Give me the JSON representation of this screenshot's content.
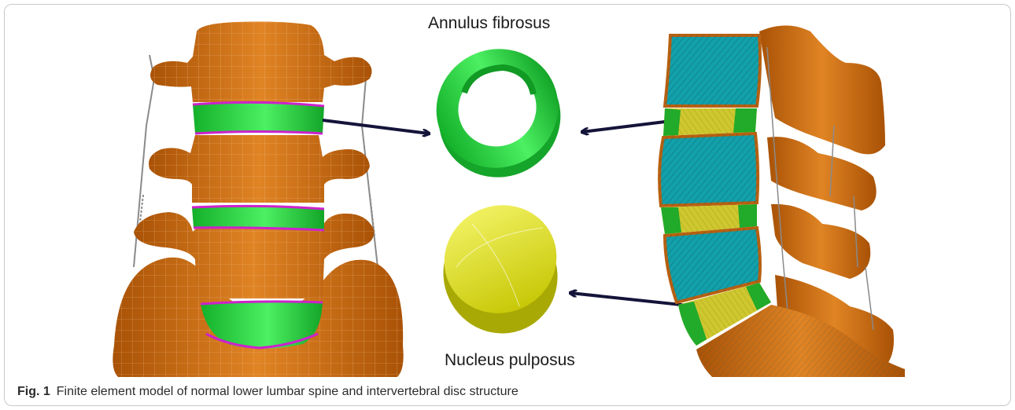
{
  "figure": {
    "labels": {
      "annulus": "Annulus fibrosus",
      "nucleus": "Nucleus pulposus"
    },
    "caption": {
      "number": "Fig. 1",
      "text": "Finite element model of normal lower lumbar spine and intervertebral disc structure"
    },
    "colors": {
      "bone": "#c8680f",
      "annulus": "#22e23a",
      "nucleus": "#dcdc10",
      "endplate": "#cc22cc",
      "arrow": "#14143a"
    }
  }
}
